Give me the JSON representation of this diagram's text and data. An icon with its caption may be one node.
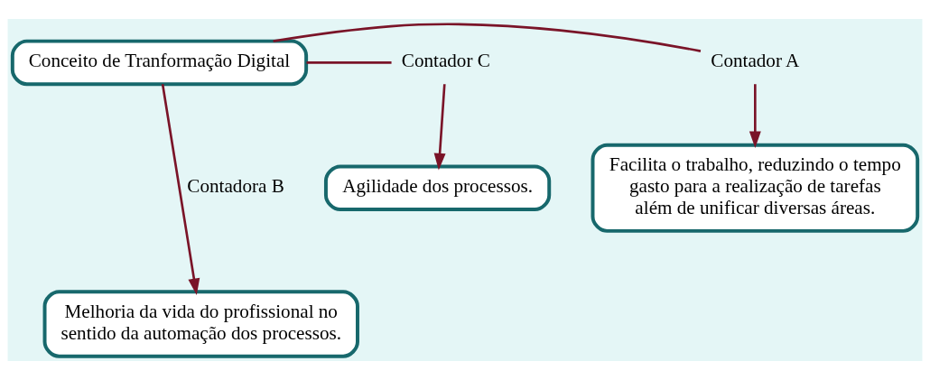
{
  "diagram": {
    "nodes": [
      {
        "text": [
          "Conceito de Tranformação Digital"
        ]
      },
      {
        "text": [
          "Contador A"
        ]
      },
      {
        "text": [
          "Facilita o trabalho, reduzindo o tempo gasto para a realização de tarefas além de unificar diversas áreas."
        ]
      },
      {
        "text": [
          "Contador C"
        ]
      },
      {
        "text": [
          "Agilidade dos processos."
        ]
      },
      {
        "text": [
          "Melhoria da vida do profissional no sentido da automação dos processos."
        ]
      }
    ],
    "edges": [
      {
        "from": 0,
        "to": 1,
        "arrow": "none"
      },
      {
        "from": 1,
        "to": 2,
        "arrow": "to"
      },
      {
        "from": 0,
        "to": 5,
        "arrow": "to",
        "label": "Contadora B"
      },
      {
        "from": 0,
        "to": 3,
        "arrow": "none"
      },
      {
        "from": 3,
        "to": 4,
        "arrow": "to"
      }
    ]
  }
}
